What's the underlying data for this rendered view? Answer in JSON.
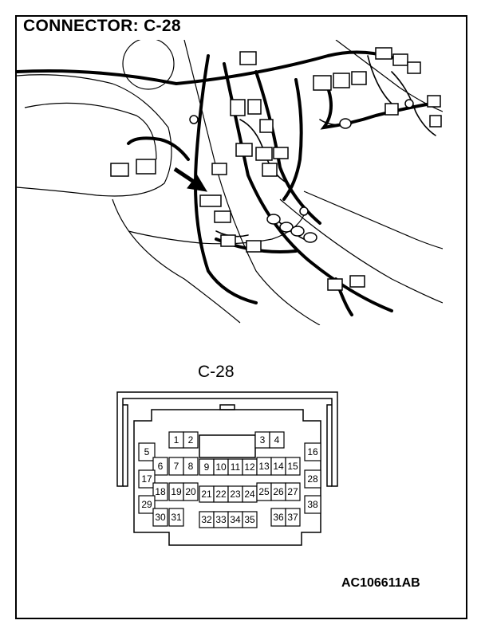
{
  "title": "CONNECTOR: C-28",
  "connector": {
    "label": "C-28",
    "pins": [
      {
        "n": "1"
      },
      {
        "n": "2"
      },
      {
        "n": "3"
      },
      {
        "n": "4"
      },
      {
        "n": "5"
      },
      {
        "n": "6"
      },
      {
        "n": "7"
      },
      {
        "n": "8"
      },
      {
        "n": "9"
      },
      {
        "n": "10"
      },
      {
        "n": "11"
      },
      {
        "n": "12"
      },
      {
        "n": "13"
      },
      {
        "n": "14"
      },
      {
        "n": "15"
      },
      {
        "n": "16"
      },
      {
        "n": "17"
      },
      {
        "n": "18"
      },
      {
        "n": "19"
      },
      {
        "n": "20"
      },
      {
        "n": "21"
      },
      {
        "n": "22"
      },
      {
        "n": "23"
      },
      {
        "n": "24"
      },
      {
        "n": "25"
      },
      {
        "n": "26"
      },
      {
        "n": "27"
      },
      {
        "n": "28"
      },
      {
        "n": "29"
      },
      {
        "n": "30"
      },
      {
        "n": "31"
      },
      {
        "n": "32"
      },
      {
        "n": "33"
      },
      {
        "n": "34"
      },
      {
        "n": "35"
      },
      {
        "n": "36"
      },
      {
        "n": "37"
      },
      {
        "n": "38"
      }
    ]
  },
  "figure_code": "AC106611AB",
  "colors": {
    "line": "#000000",
    "background": "#ffffff"
  }
}
